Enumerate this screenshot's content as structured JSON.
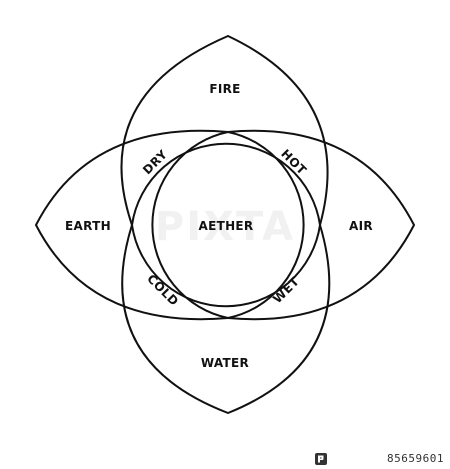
{
  "diagram": {
    "elements": {
      "fire": "FIRE",
      "earth": "EARTH",
      "air": "AIR",
      "water": "WATER",
      "aether": "AETHER"
    },
    "qualities": {
      "dry": "DRY",
      "hot": "HOT",
      "cold": "COLD",
      "wet": "WET"
    },
    "stroke_color": "#111111"
  },
  "watermark": {
    "text": "PIXTA"
  },
  "footer": {
    "stock_id": "85659601"
  }
}
